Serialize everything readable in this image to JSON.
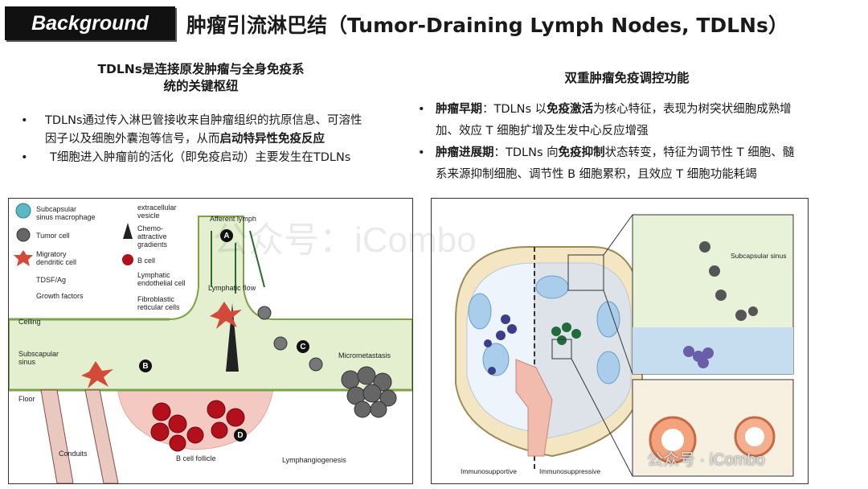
{
  "header": {
    "tag": "Background",
    "title": "肿瘤引流淋巴结（Tumor-Draining Lymph Nodes, TDLNs）"
  },
  "left": {
    "heading_line1": "TDLNs是连接原发肿瘤与全身免疫系",
    "heading_line2": "统的关键枢纽",
    "bullet1": {
      "line1": "TDLNs通过传入淋巴管接收来自肿瘤组织的抗原信息、可溶性",
      "line2_plain": "因子以及细胞外囊泡等信号，从而",
      "line2_bold": "启动特异性免疫反应"
    },
    "bullet2": "T细胞进入肿瘤前的活化（即免疫启动）主要发生在TDLNs"
  },
  "right": {
    "heading": "双重肿瘤免疫调控功能",
    "bullet1": {
      "lead": "肿瘤早期",
      "mid1": "：TDLNs 以",
      "emph": "免疫激活",
      "rest1": "为核心特征，表现为树突状细胞成熟增",
      "line2": "加、效应 T 细胞扩增及生发中心反应增强"
    },
    "bullet2": {
      "lead": "肿瘤进展期",
      "mid1": "：TDLNs 向",
      "emph": "免疫抑制",
      "rest1": "状态转变，特征为调节性 T 细胞、髓",
      "line2": "系来源抑制细胞、调节性 B 细胞累积，且效应 T 细胞功能耗竭"
    }
  },
  "bullet_glyph": "•",
  "figure_left": {
    "legend": {
      "scs_macrophage_1": "Subcapsular",
      "scs_macrophage_2": "sinus macrophage",
      "tumor_cell": "Tumor cell",
      "migratory_dc_1": "Migratory",
      "migratory_dc_2": "dendritic cell",
      "tdsf": "TDSF/Ag",
      "growth": "Growth factors",
      "ev_1": "extracellular",
      "ev_2": "vesicle",
      "chemo_1": "Chemo-",
      "chemo_2": "attractive",
      "chemo_3": "gradients",
      "bcell": "B cell",
      "lec_1": "Lymphatic",
      "lec_2": "endothelial cell",
      "frc_1": "Fibroblastic",
      "frc_2": "reticular cells"
    },
    "afferent": "Afferent lymph",
    "lymph_flow": "Lymphatic flow",
    "ceiling": "Ceiling",
    "subcap_1": "Subscapular",
    "subcap_2": "sinus",
    "floor": "Floor",
    "conduits": "Conduits",
    "follicle": "B cell follicle",
    "micromet": "Micrometastasis",
    "lymphangio": "Lymphangiogenesis",
    "letters": [
      "A",
      "B",
      "C",
      "D"
    ]
  },
  "figure_right": {
    "subcapsular": "Subcapsular sinus",
    "immunosupportive": "Immunosupportive",
    "immunosuppressive": "Immunosuppressive"
  },
  "watermarks": {
    "center": "公众号：iCombo",
    "corner": "公众号 · iCombo"
  },
  "colors": {
    "tag_bg": "#111111",
    "lymph_fill": "#e4efcf",
    "follicle_fill": "#f4c9c2",
    "bcell_red": "#b4101c",
    "node_blue": "#cfe6f5",
    "node_tan": "#f4e6c2"
  }
}
